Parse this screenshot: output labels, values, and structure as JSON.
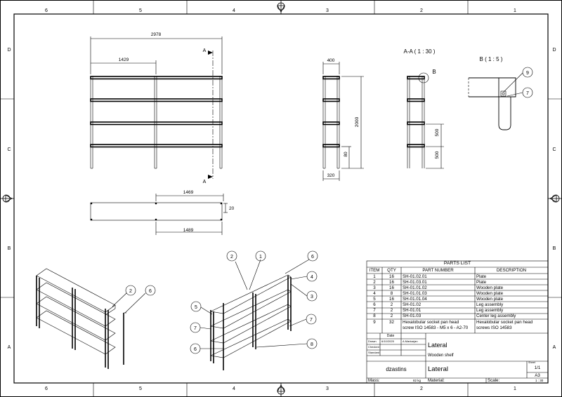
{
  "frame": {
    "cols_top": [
      "6",
      "5",
      "4",
      "3",
      "2",
      "1"
    ],
    "cols_bottom": [
      "6",
      "5",
      "4",
      "3",
      "2",
      "1"
    ],
    "rows_left": [
      "D",
      "C",
      "B",
      "A"
    ],
    "rows_right": [
      "D",
      "C",
      "B",
      "A"
    ]
  },
  "front_view": {
    "overall_width": "2978",
    "half_width": "1429",
    "section_marker_top": "A",
    "section_marker_bottom": "A"
  },
  "top_view": {
    "dim_upper": "1469",
    "dim_lower": "1489",
    "dim_side": "20"
  },
  "side_view": {
    "depth_top": "400",
    "height": "2000",
    "shelf_gap": "80",
    "depth_bottom": "320"
  },
  "section_view": {
    "title": "A-A ( 1 : 30 )",
    "detail_marker": "B",
    "dim_upper": "500",
    "dim_lower": "500"
  },
  "detail_view": {
    "title": "B ( 1 : 5 )",
    "balloon_a": "9",
    "balloon_b": "7"
  },
  "iso_left_balloons": [
    "2",
    "6"
  ],
  "iso_right_balloons": [
    "2",
    "1",
    "6",
    "4",
    "3",
    "5",
    "7",
    "7",
    "6",
    "8"
  ],
  "parts_list": {
    "title": "PARTS LIST",
    "headers": [
      "ITEM",
      "QTY",
      "PART NUMBER",
      "DESCRIPTION"
    ],
    "rows": [
      [
        "1",
        "16",
        "SH-01.02.01",
        "Plate"
      ],
      [
        "2",
        "16",
        "SH-01.03.01",
        "Plate"
      ],
      [
        "3",
        "16",
        "SH-01.01.02",
        "Wooden plate"
      ],
      [
        "4",
        "8",
        "SH-01.01.03",
        "Wooden plate"
      ],
      [
        "5",
        "16",
        "SH-01.01.04",
        "Wooden plate"
      ],
      [
        "6",
        "2",
        "SH-01.02",
        "Leg assembly"
      ],
      [
        "7",
        "2",
        "SH-01.01",
        "Leg assembly"
      ],
      [
        "8",
        "2",
        "SH-01.03",
        "Center leg assembly"
      ]
    ],
    "row9": {
      "item": "9",
      "qty": "32",
      "part_line1": "Hexalobular socket pan head",
      "part_line2": "screw ISO 14583 - M5 x 6 - A2-70",
      "desc_line1": "Hexalobular socket pan head",
      "desc_line2": "screws ISO 14583"
    }
  },
  "title_block": {
    "date_header": "Date",
    "drawn_label": "Drawn",
    "drawn_date": "6/10/2025",
    "drawn_by": "A.Markarjan",
    "checked_label": "Checked",
    "standard_label": "Standard",
    "title": "Lateral",
    "subtitle": "Wooden shelf",
    "owner": "dzastins",
    "title2": "Lateral",
    "sheet_label": "Sheet",
    "sheet_value": "1/1",
    "size": "A3",
    "mass_label": "Mass:",
    "mass_value": "82 kg",
    "material_label": "Material:",
    "scale_label": "Scale:",
    "scale_value": "1 : 30"
  }
}
